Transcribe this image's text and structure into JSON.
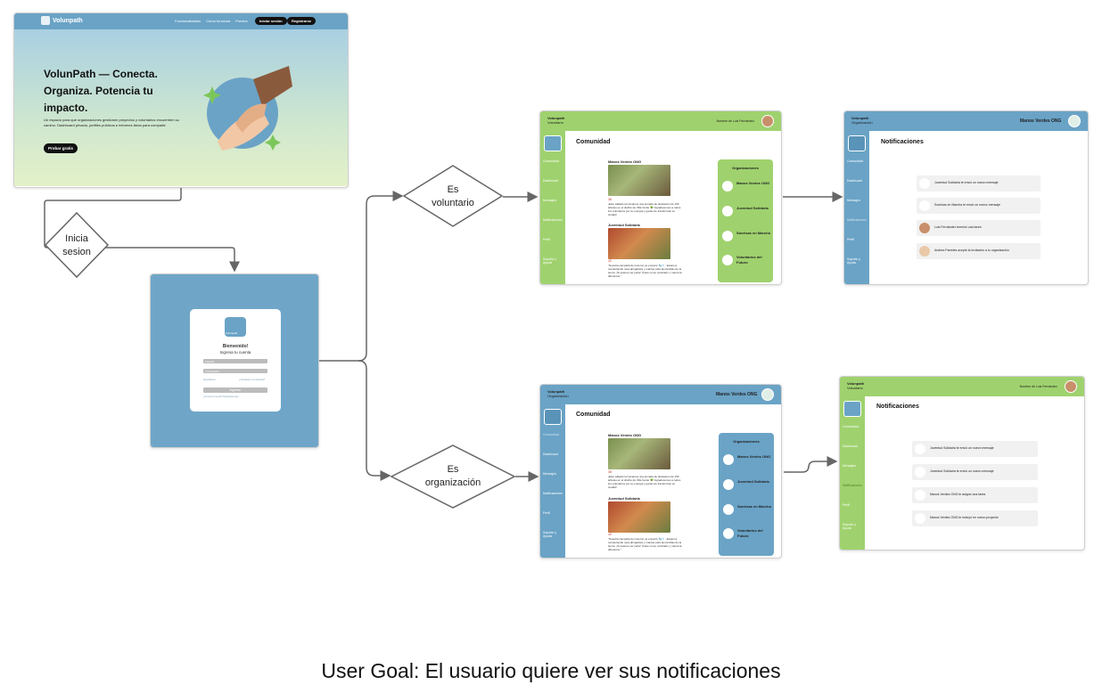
{
  "decisions": {
    "login": [
      "Inicia",
      "sesion"
    ],
    "volunteer": [
      "Es",
      "voluntario"
    ],
    "organization": [
      "Es",
      "organización"
    ]
  },
  "landing": {
    "logo": "Volunpath",
    "nav": [
      "Funcionalidades",
      "Cómo funciona",
      "Precios"
    ],
    "login_btn": "Iniciar sesión",
    "register_btn": "Registrarse",
    "title": "VolunPath — Conecta. Organiza. Potencia tu impacto.",
    "desc": "Un espacio para que organizaciones gestionen proyectos y voluntarios encuentren su camino. Dashboard privado, perfiles públicos e informes listos para compartir.",
    "cta": "Probar gratis"
  },
  "login": {
    "logo": "Volunpath",
    "welcome": "Bienvenido!",
    "subtitle": "Ingresa tu cuenta",
    "user_placeholder": "Usuario",
    "password_placeholder": "Contraseña",
    "remember": "Recordarme",
    "forgot": "¿Olvidaste tu contraseña?",
    "submit": "Ingresar",
    "register_hint": "¿No tienes cuenta? Regístrate aquí"
  },
  "sidebar": [
    "Comunidad",
    "Dashboard",
    "Mensajes",
    "Notificaciones",
    "Perfil",
    "Soporte y Ayuda"
  ],
  "community_vol": {
    "brand": "Volunpath",
    "role": "Voluntario",
    "user": "Nombre de Luis Fernández",
    "title": "Comunidad",
    "posts": [
      {
        "org": "Manos Verdes ONG",
        "likes": "38",
        "text": "¡Este sábado terminamos una jornada de plantación de 150 árboles en el distrito de Villa Verde 🌳! Agradecemos a todos los voluntarios por su energía y ganas de transformar su ciudad!"
      },
      {
        "org": "Juventud Solidaria",
        "likes": "42",
        "text": "“Nuestra campaña de invierno ya empezó 🧤❄️. Estamos recolectando ropa abrigadora y mantas para las familias de la sierra. ¡Si quieres ser parte! Únete como voluntario y marca la diferencia.”"
      }
    ],
    "panel_title": "Organizaciones",
    "orgs": [
      "Manos Verdes ONG",
      "Juventud Solidaria",
      "Sonrisas en Marcha",
      "Voluntarios del Futuro"
    ]
  },
  "community_org": {
    "brand": "Volunpath",
    "role": "Organización",
    "user": "Manos Verdes ONG",
    "title": "Comunidad",
    "posts": [
      {
        "org": "Manos Verdes ONG",
        "likes": "38",
        "text": "¡Este sábado terminamos una jornada de plantación de 150 árboles en el distrito de Villa Verde 🌳! Agradecemos a todos los voluntarios por su energía y ganas de transformar su ciudad!"
      },
      {
        "org": "Juventud Solidaria",
        "likes": "42",
        "text": "“Nuestra campaña de invierno ya empezó 🧤❄️. Estamos recolectando ropa abrigadora y mantas para las familias de la sierra. ¡Si quieres ser parte! Únete como voluntario y marca la diferencia.”"
      }
    ],
    "panel_title": "Organizaciones",
    "orgs": [
      "Manos Verdes ONG",
      "Juventud Solidaria",
      "Sonrisas en Marcha",
      "Voluntarios del Futuro"
    ]
  },
  "notif_org_screen": {
    "brand": "Volunpath",
    "role": "Organización",
    "user": "Manos Verdes ONG",
    "title": "Notificaciones",
    "items": [
      "Juventud Solidaria te envió un nuevo mensaje",
      "Sonrisas en Marcha te envió un nuevo mensaje",
      "Luis Fernández terminó una tarea",
      "Andrea Paredes aceptó la invitación a tu organización"
    ]
  },
  "notif_vol_screen": {
    "brand": "Volunpath",
    "role": "Voluntario",
    "user": "Nombre de Luis Fernández",
    "title": "Notificaciones",
    "items": [
      "Juventud Solidaria te envió un nuevo mensaje",
      "Juventud Solidaria te envió un nuevo mensaje",
      "Manos Verdes ONG te asignó una tarea",
      "Manos Verdes ONG te incluyó en nuevo proyecto"
    ]
  },
  "goal": "User Goal: El usuario quiere ver sus notificaciones",
  "colors": {
    "blue": "#6aa3c6",
    "green": "#9fd26e",
    "connector": "#666666"
  }
}
